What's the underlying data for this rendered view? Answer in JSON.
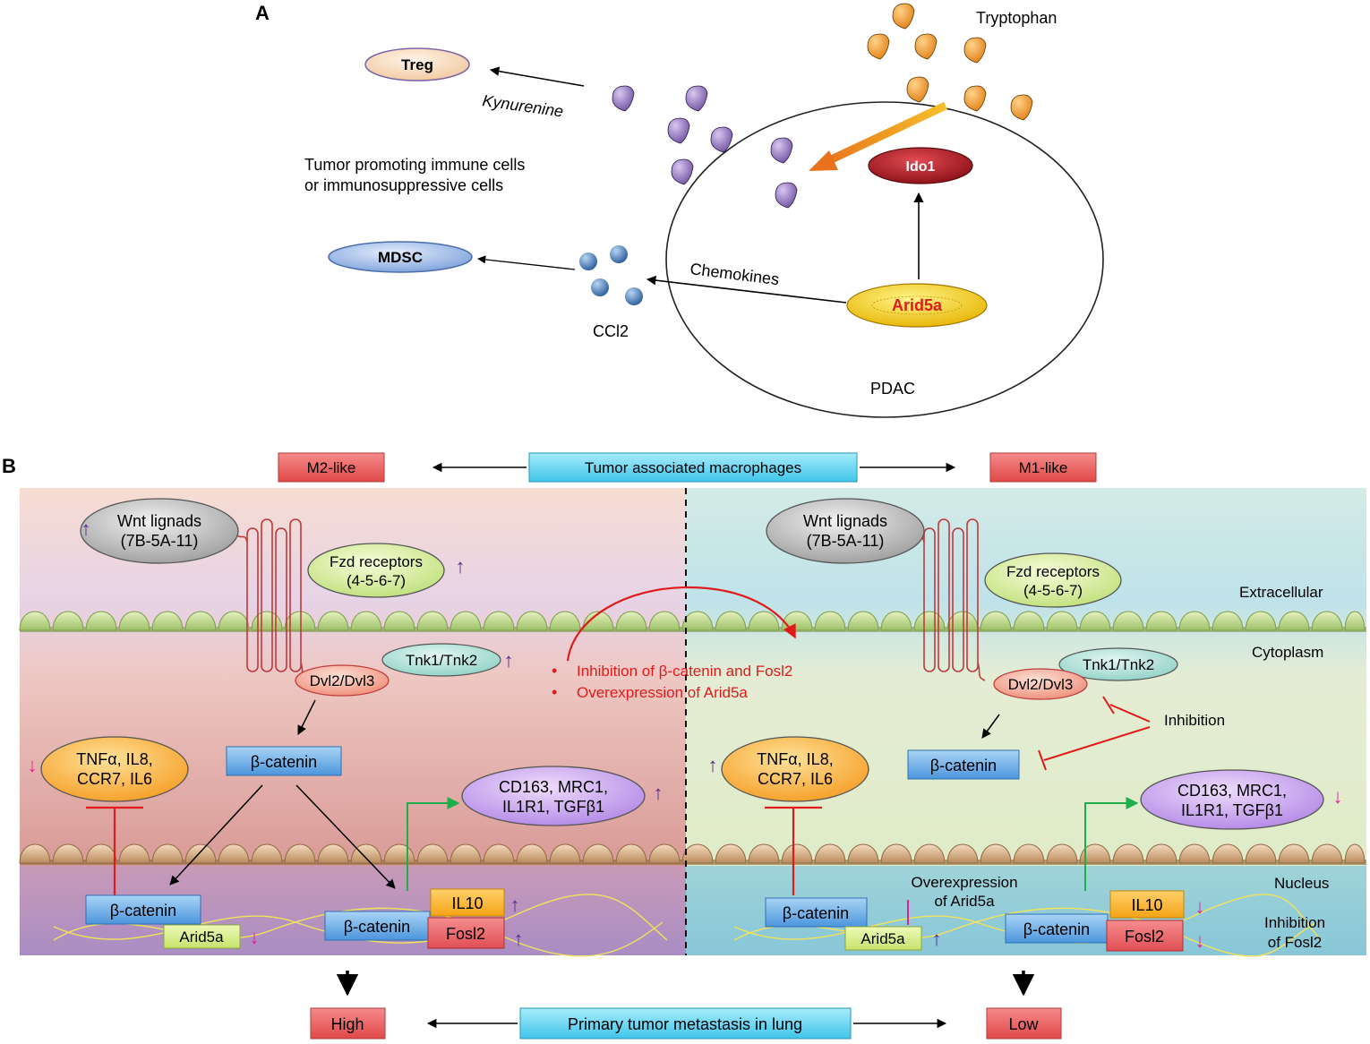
{
  "panel_a": {
    "letter": "A",
    "tryptophan": "Tryptophan",
    "kynurenine": "Kynurenine",
    "treg": "Treg",
    "immune_line1": "Tumor promoting immune cells",
    "immune_line2": "or immunosuppressive cells",
    "mdsc": "MDSC",
    "chemokines": "Chemokines",
    "ccl2": "CCl2",
    "ido1": "Ido1",
    "arid5a": "Arid5a",
    "pdac": "PDAC"
  },
  "panel_b": {
    "letter": "B",
    "m2": "M2-like",
    "tam": "Tumor associated macrophages",
    "m1": "M1-like",
    "wnt_line1": "Wnt lignads",
    "wnt_line2": "(7B-5A-11)",
    "fzd_line1": "Fzd receptors",
    "fzd_line2": "(4-5-6-7)",
    "extracellular": "Extracellular",
    "cytoplasm": "Cytoplasm",
    "nucleus": "Nucleus",
    "tnk": "Tnk1/Tnk2",
    "dvl": "Dvl2/Dvl3",
    "beta_catenin": "β-catenin",
    "tnf_line1": "TNFα, IL8,",
    "tnf_line2": "CCR7, IL6",
    "cd_line1": "CD163, MRC1,",
    "cd_line2": "IL1R1, TGFβ1",
    "il10": "IL10",
    "fosl2": "Fosl2",
    "arid5a": "Arid5a",
    "note1": "Inhibition of β-catenin and Fosl2",
    "note2": "Overexpression of Arid5a",
    "inhibition": "Inhibition",
    "overexp_line1": "Overexpression",
    "overexp_line2": "of Arid5a",
    "inh_fosl2_line1": "Inhibition",
    "inh_fosl2_line2": "of Fosl2",
    "high": "High",
    "metastasis": "Primary tumor metastasis in lung",
    "low": "Low"
  },
  "colors": {
    "purple_arrow": "#5b2d8e",
    "pink_arrow": "#e0209a",
    "red_inhibit": "#e01b1b",
    "green_activate": "#1fae4b",
    "label_red_box": "#e8575b",
    "cyan_box": "#5fd3f0"
  }
}
